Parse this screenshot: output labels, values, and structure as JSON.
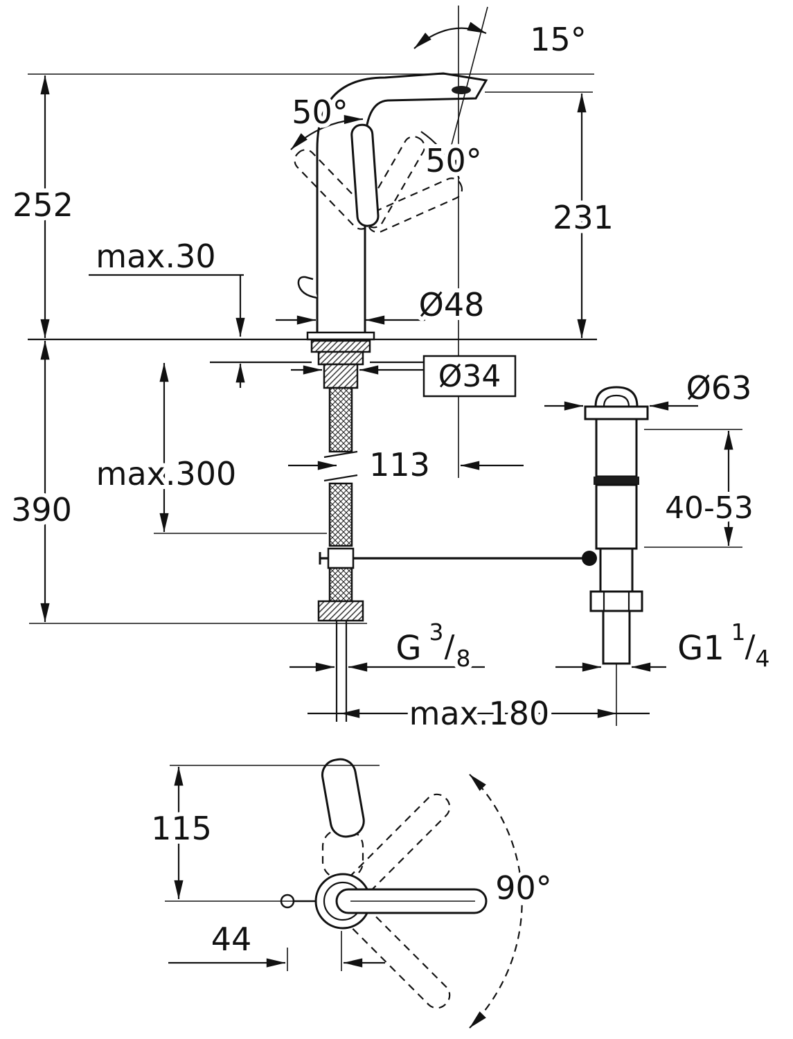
{
  "drawing": {
    "angles": {
      "spout_tilt": "15°",
      "handle_swing_left": "50°",
      "handle_swing_right": "50°",
      "swivel_range": "90°"
    },
    "dimensions": {
      "overall_height": "252",
      "spout_height": "231",
      "deck_thickness": "max.30",
      "body_diameter": "Ø48",
      "hole_diameter": "Ø34",
      "below_deck_depth": "390",
      "hose_length": "max.300",
      "spout_reach": "113",
      "waste_flange_diameter": "Ø63",
      "waste_clamp_range": "40-53",
      "rod_reach": "max.180",
      "front_depth": "115",
      "rod_offset": "44"
    },
    "threads": {
      "supply": {
        "prefix": "G",
        "numerator": "3",
        "slash": "/",
        "denominator": "8"
      },
      "waste": {
        "prefix": "G1",
        "numerator": "1",
        "slash": "/",
        "denominator": "4"
      }
    }
  }
}
